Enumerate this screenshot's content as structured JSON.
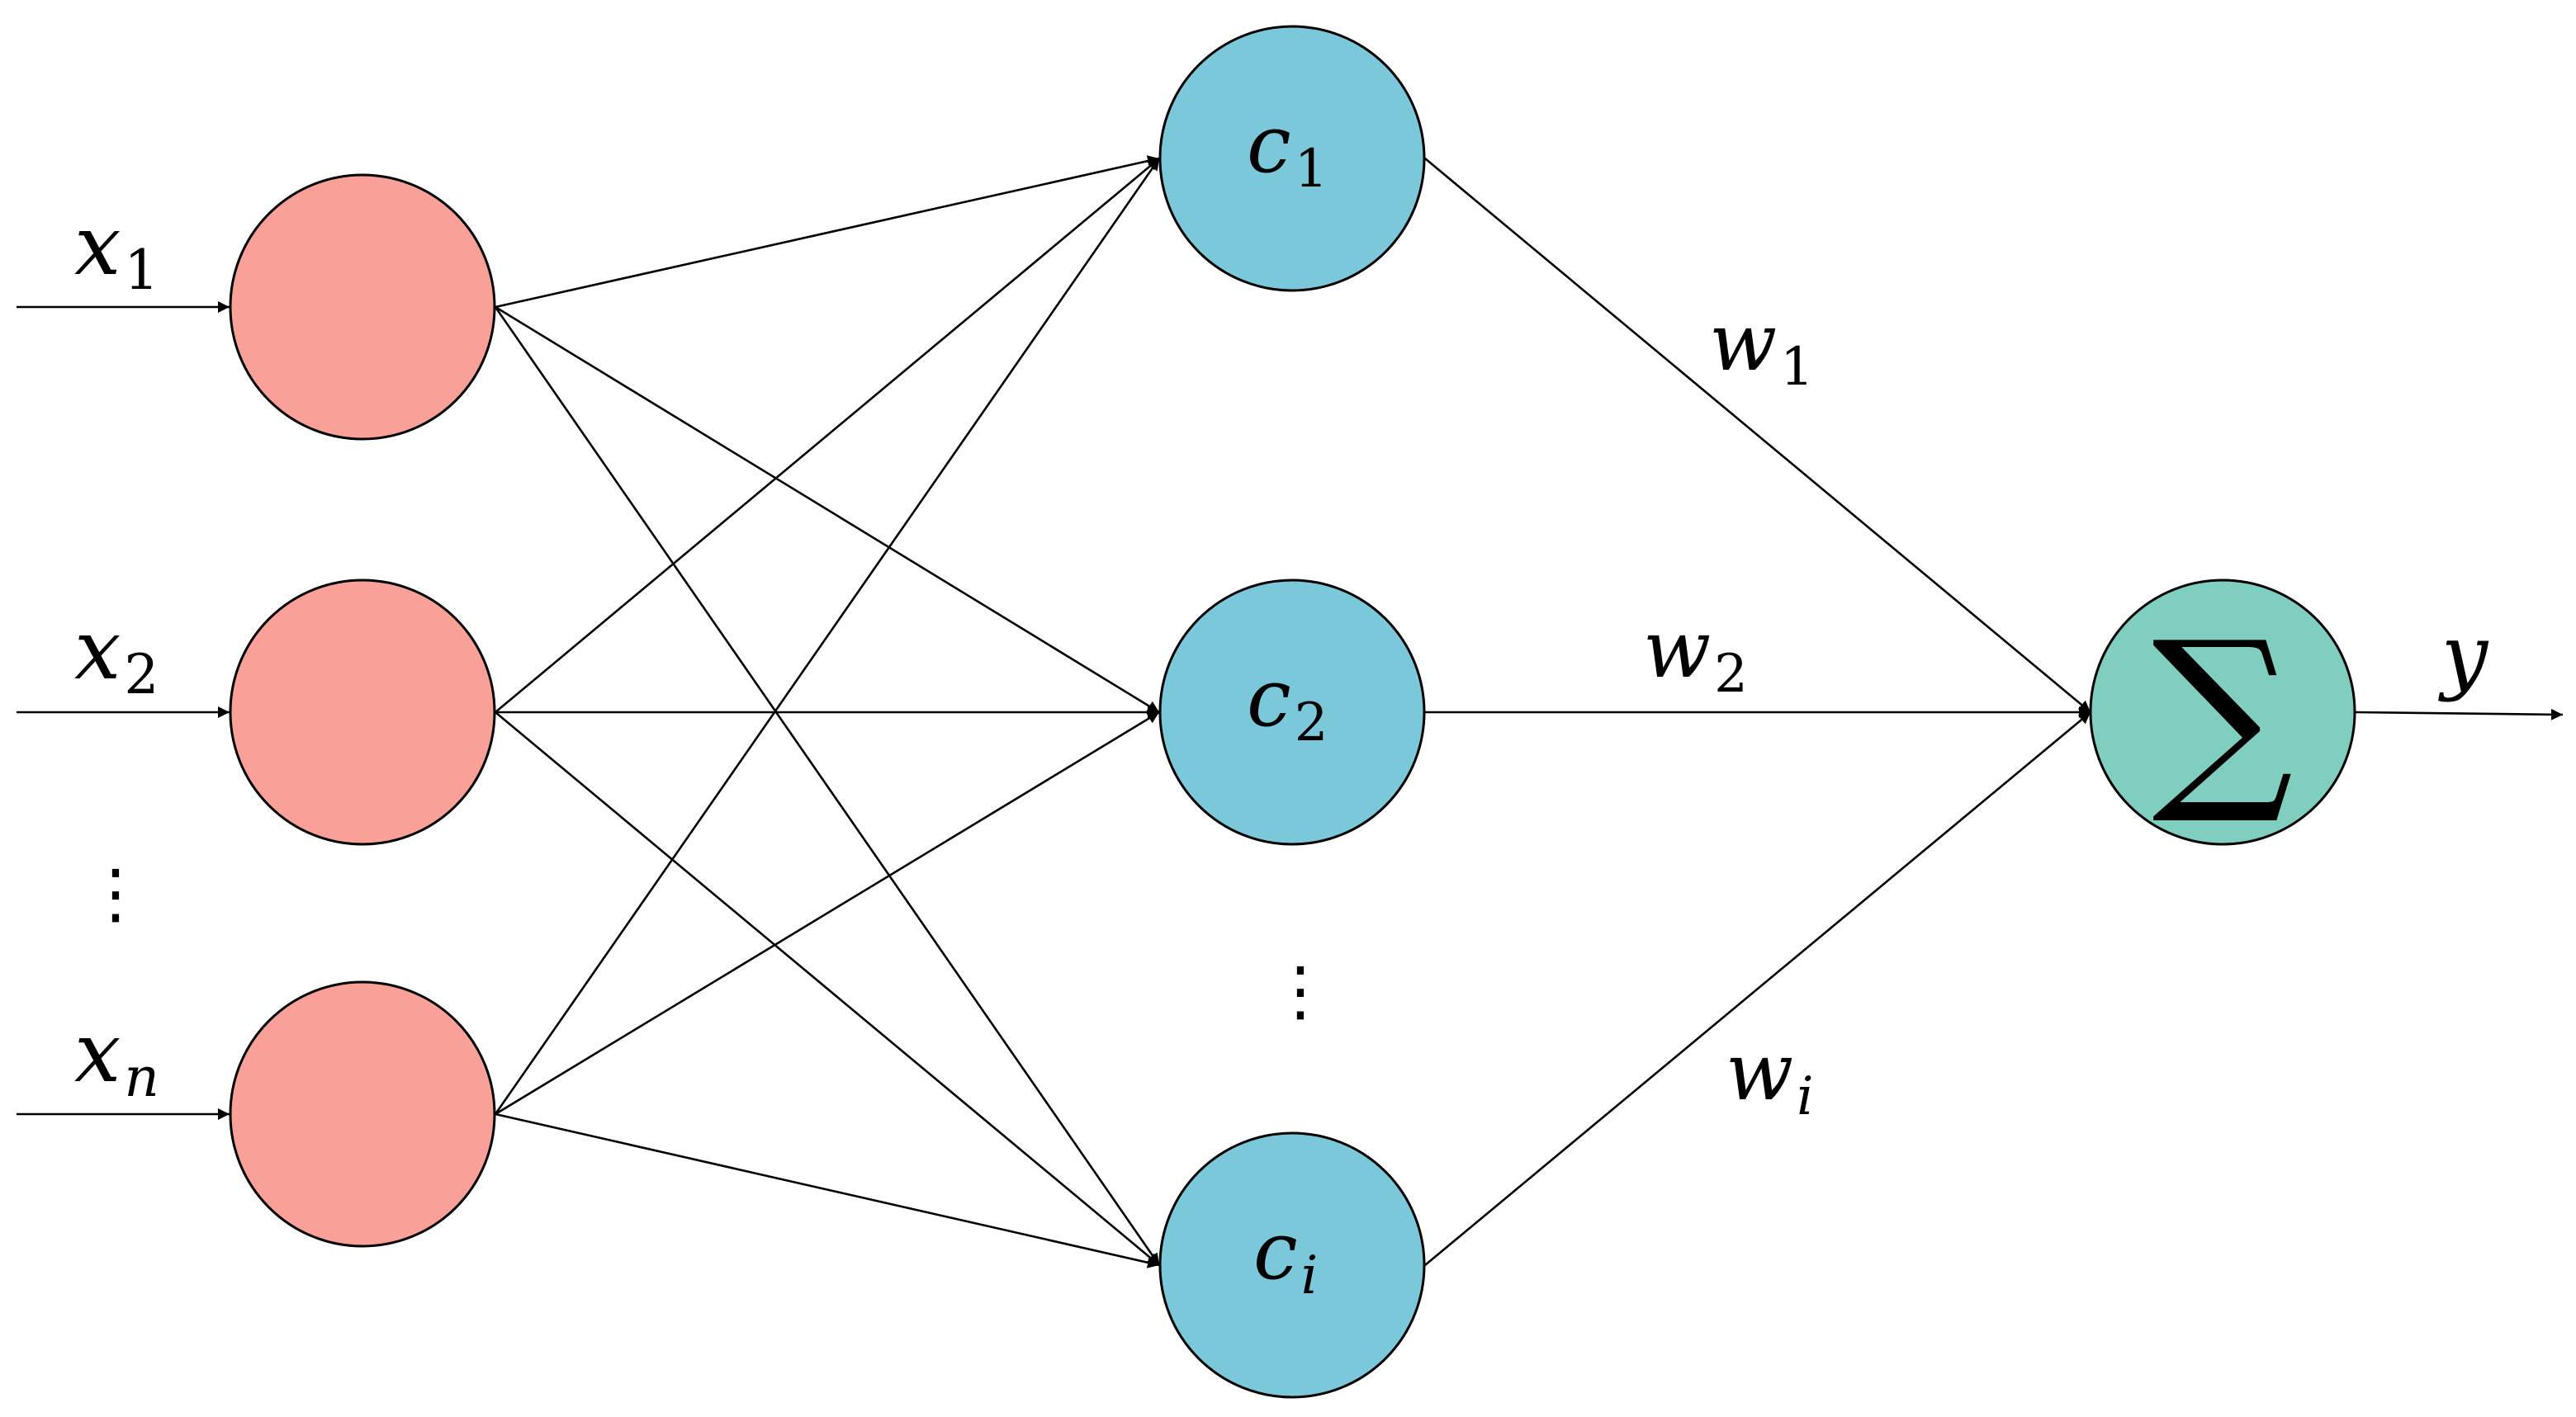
{
  "colors": {
    "input_node": "#F9A198",
    "hidden_node": "#7BC8DA",
    "output_node": "#80CEC0",
    "line": "#000000"
  },
  "inputs": [
    {
      "base": "x",
      "sub": "1"
    },
    {
      "base": "x",
      "sub": "2"
    },
    {
      "base": "x",
      "sub": "n"
    }
  ],
  "input_ellipsis": "⋮",
  "hidden": [
    {
      "base": "c",
      "sub": "1"
    },
    {
      "base": "c",
      "sub": "2"
    },
    {
      "base": "c",
      "sub": "i"
    }
  ],
  "hidden_ellipsis": "⋮",
  "weights": [
    {
      "base": "w",
      "sub": "1"
    },
    {
      "base": "w",
      "sub": "2"
    },
    {
      "base": "w",
      "sub": "i"
    }
  ],
  "output_symbol": "∑",
  "output_label": "y"
}
